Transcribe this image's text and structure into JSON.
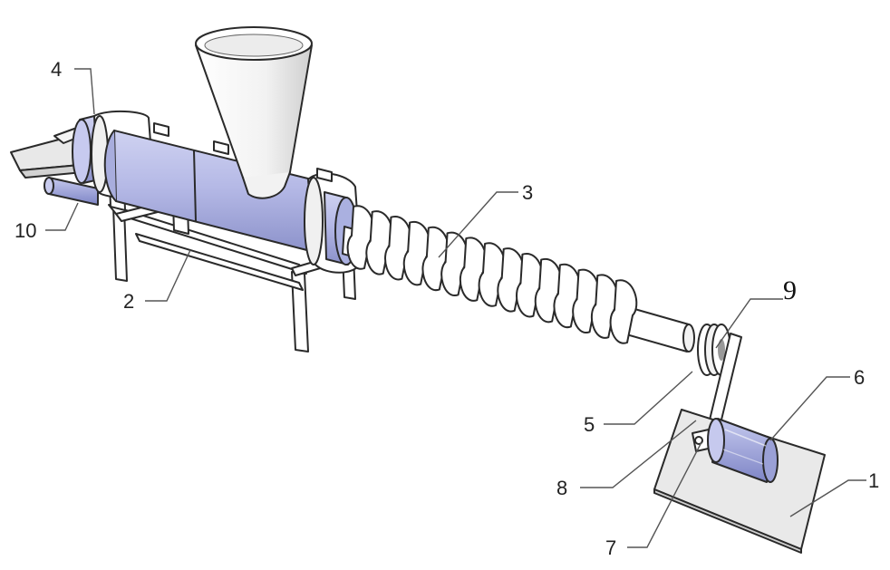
{
  "labels": {
    "frame": "2",
    "screw": "3",
    "end_cap": "4",
    "pulley": "5",
    "motor": "6",
    "motor_bracket": "7",
    "belt": "8",
    "belt_label": "9",
    "base_plate": "1",
    "outlet": "10"
  },
  "colors": {
    "metal_blue": "#b9bde6",
    "metal_blue_dark": "#8f95cf",
    "white_part": "#ffffff",
    "grey_part": "#e4e4e4",
    "outline": "#2a2a2a"
  }
}
